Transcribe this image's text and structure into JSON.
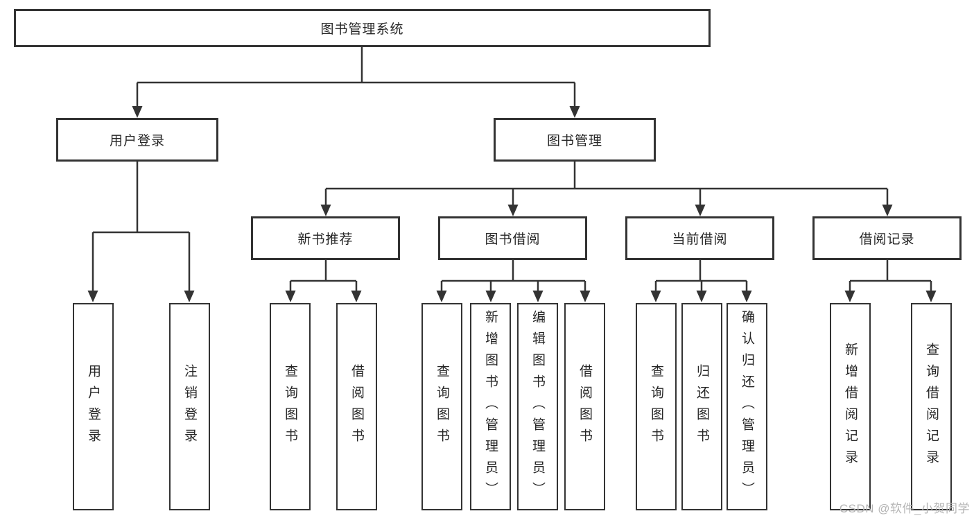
{
  "colors": {
    "line": "#333333",
    "text": "#262626",
    "box-bg": "#ffffff",
    "canvas-bg": "#ffffff",
    "watermark-color": "#b5b5b5"
  },
  "watermark": "CSDN @软件_小贺同学",
  "nodes": {
    "root": {
      "label": "图书管理系统"
    },
    "user_login": {
      "label": "用户登录"
    },
    "book_mgmt": {
      "label": "图书管理"
    },
    "new_book_rec": {
      "label": "新书推荐"
    },
    "book_borrow": {
      "label": "图书借阅"
    },
    "current_borrow": {
      "label": "当前借阅"
    },
    "borrow_records": {
      "label": "借阅记录"
    },
    "leaf_user_login": {
      "label": "用户登录"
    },
    "leaf_logout": {
      "label": "注销登录"
    },
    "leaf_rec_query_books": {
      "label": "查询图书"
    },
    "leaf_rec_borrow_books": {
      "label": "借阅图书"
    },
    "leaf_bb_query_books": {
      "label": "查询图书"
    },
    "leaf_bb_add_books": {
      "label": "新增图书（管理员）"
    },
    "leaf_bb_edit_books": {
      "label": "编辑图书（管理员）"
    },
    "leaf_bb_borrow_books": {
      "label": "借阅图书"
    },
    "leaf_cb_query_books": {
      "label": "查询图书"
    },
    "leaf_cb_return_books": {
      "label": "归还图书"
    },
    "leaf_cb_confirm_return": {
      "label": "确认归还（管理员）"
    },
    "leaf_br_add_record": {
      "label": "新增借阅记录"
    },
    "leaf_br_query_record": {
      "label": "查询借阅记录"
    }
  }
}
